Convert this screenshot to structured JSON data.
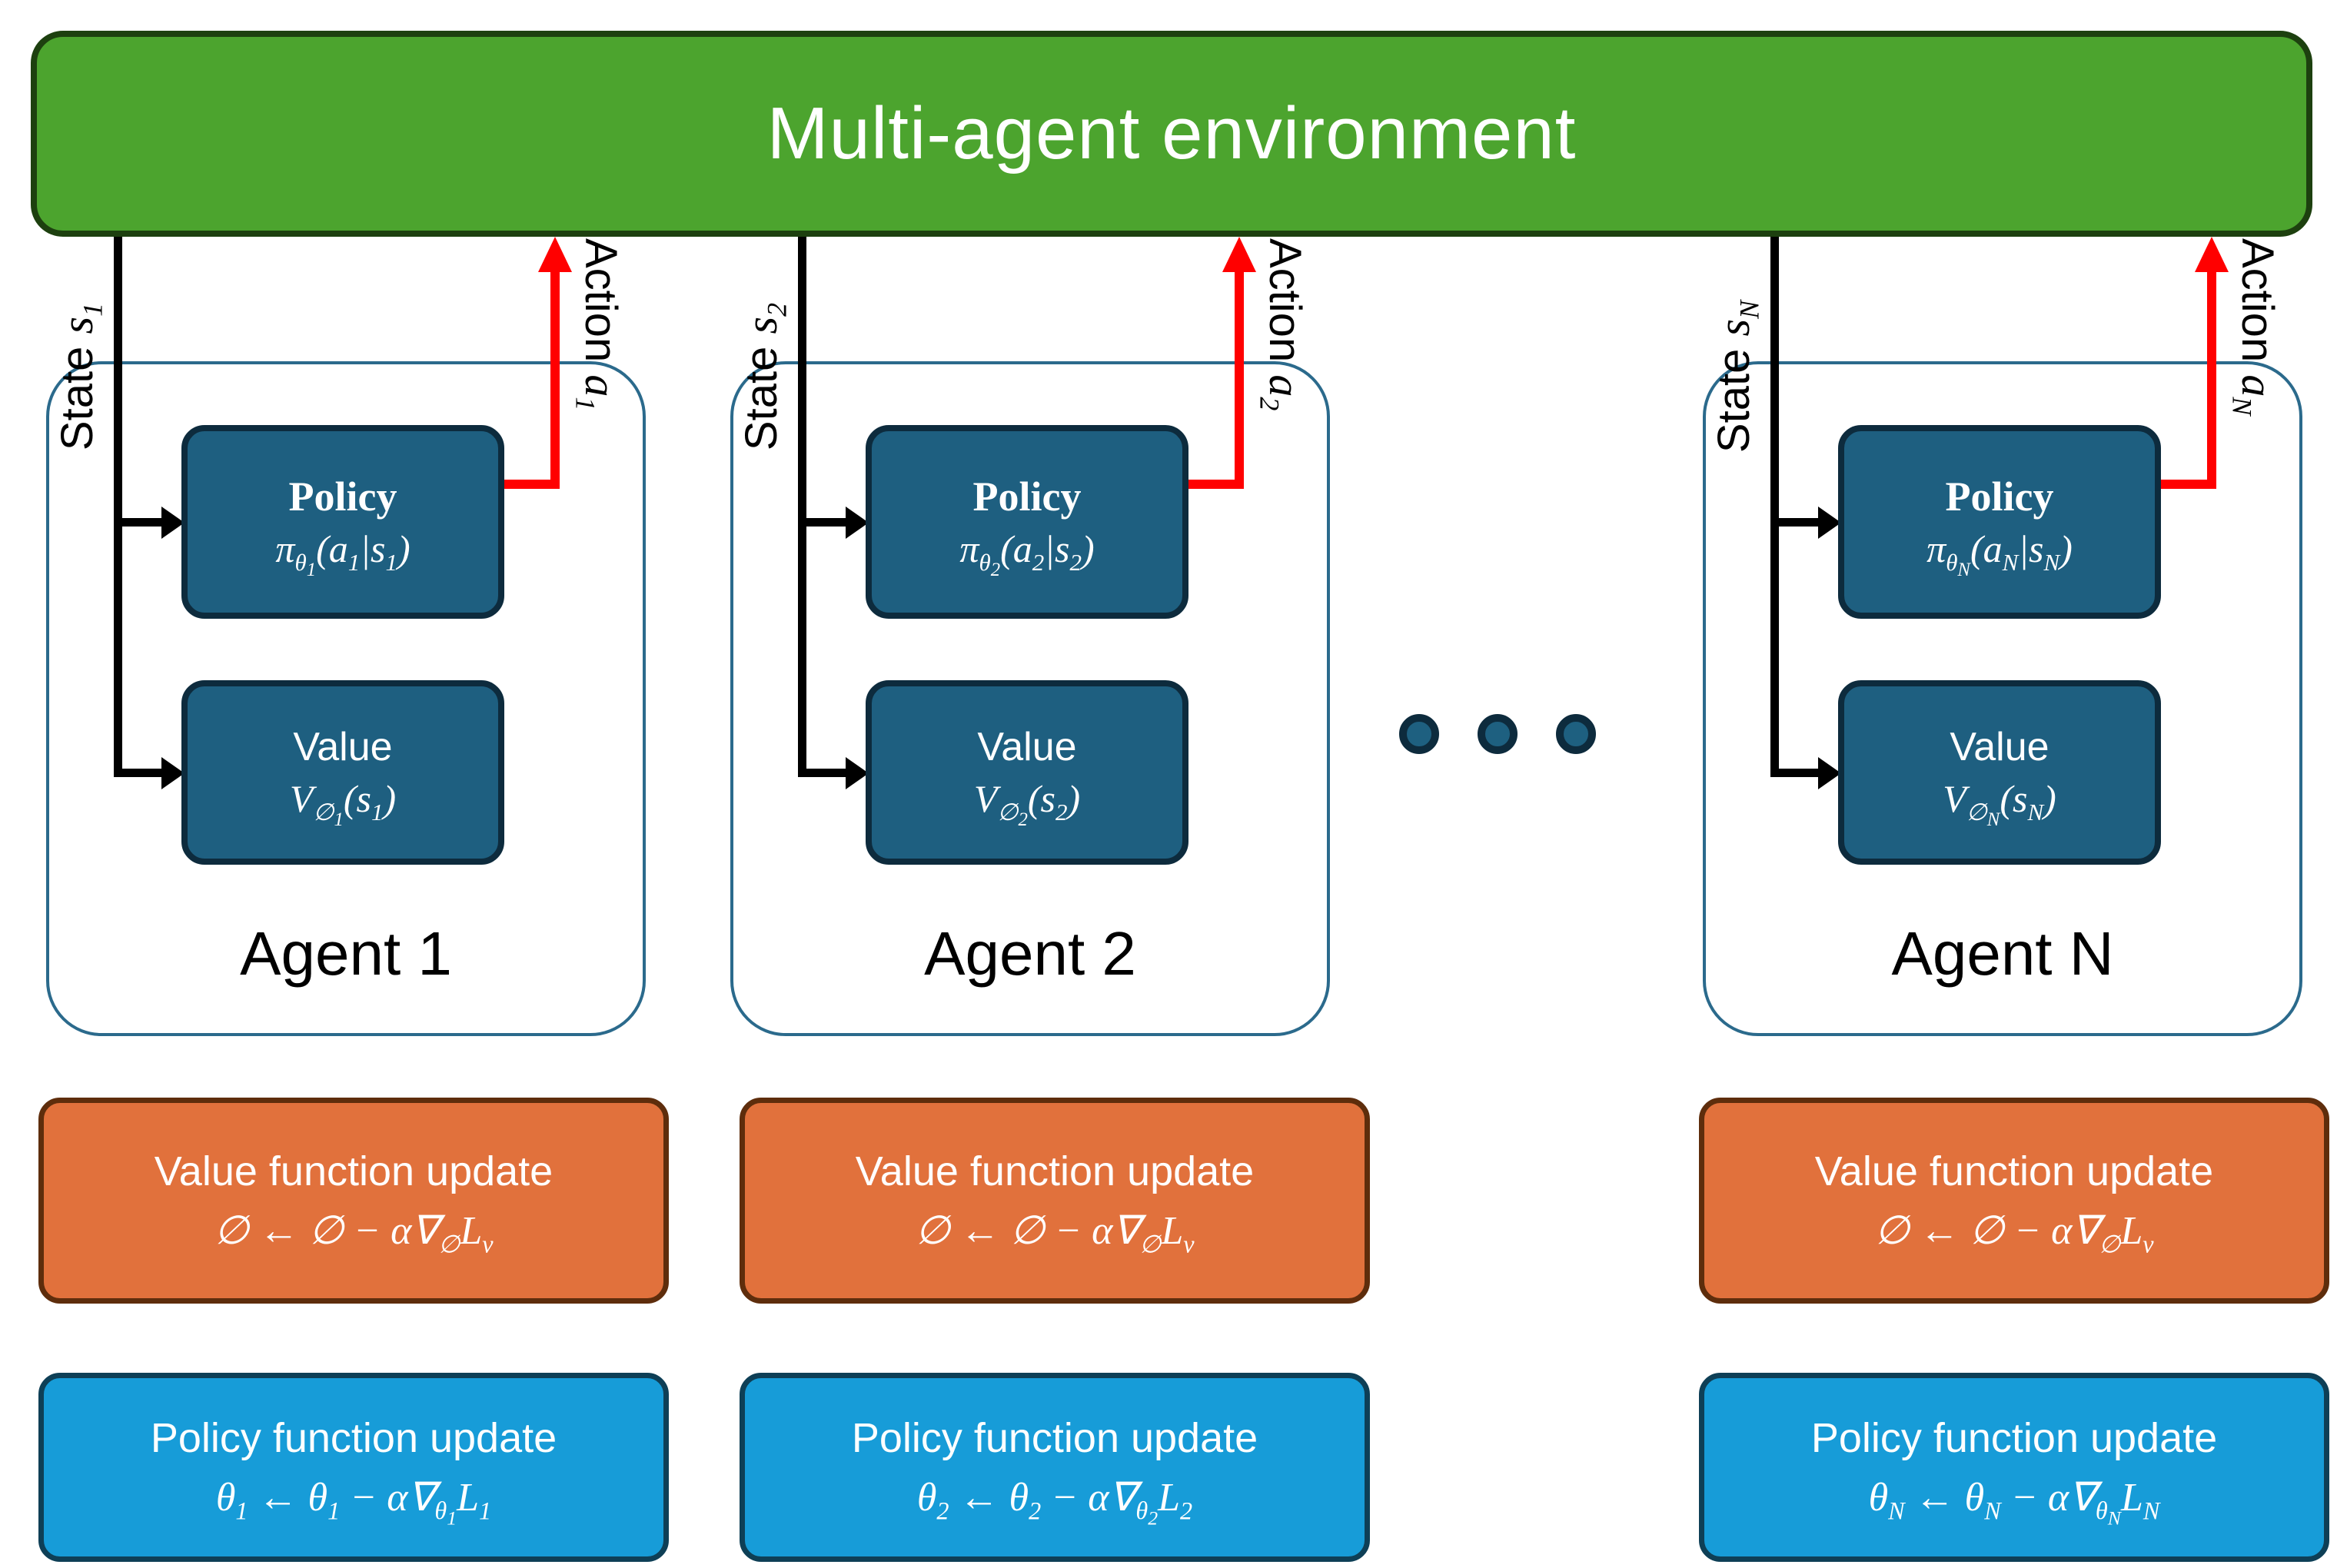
{
  "environment": {
    "title": "Multi-agent environment"
  },
  "colors": {
    "env_fill": "#4CA42E",
    "env_border": "#1d400f",
    "node_fill": "#1E5F80",
    "node_border": "#0D2B3D",
    "container_border": "#2B6A8C",
    "orange_fill": "#E1713C",
    "orange_border": "#5E2D0C",
    "blue_fill": "#179CD8",
    "blue_border": "#0E3F56",
    "arrow_red": "#FF0000",
    "line_black": "#000000",
    "text_white": "#FFFFFF"
  },
  "agents": [
    {
      "name": "Agent 1",
      "state_word": "State",
      "state_var": "s<sub>1</sub>",
      "action_word": "Action",
      "action_var": "a<sub>1</sub>",
      "policy_title": "Policy",
      "policy_formula": "π<sub>θ<sub>1</sub></sub>(a<sub>1</sub>|s<sub>1</sub>)",
      "value_title": "Value",
      "value_formula": "V<sub>∅<sub>1</sub></sub>(s<sub>1</sub>)",
      "value_update_title": "Value function update",
      "value_update_formula": "∅ ← ∅ − α∇<sub>∅</sub>L<sub>v</sub>",
      "policy_update_title": "Policy function update",
      "policy_update_formula": "θ<sub>1</sub> ← θ<sub>1</sub> − α∇<sub>θ<sub>1</sub></sub>L<sub>1</sub>"
    },
    {
      "name": "Agent 2",
      "state_word": "State",
      "state_var": "s<sub>2</sub>",
      "action_word": "Action",
      "action_var": "a<sub>2</sub>",
      "policy_title": "Policy",
      "policy_formula": "π<sub>θ<sub>2</sub></sub>(a<sub>2</sub>|s<sub>2</sub>)",
      "value_title": "Value",
      "value_formula": "V<sub>∅<sub>2</sub></sub>(s<sub>2</sub>)",
      "value_update_title": "Value function update",
      "value_update_formula": "∅ ← ∅ − α∇<sub>∅</sub>L<sub>v</sub>",
      "policy_update_title": "Policy function update",
      "policy_update_formula": "θ<sub>2</sub> ← θ<sub>2</sub> − α∇<sub>θ<sub>2</sub></sub>L<sub>2</sub>"
    },
    {
      "name": "Agent N",
      "state_word": "State",
      "state_var": "s<sub>N</sub>",
      "action_word": "Action",
      "action_var": "a<sub>N</sub>",
      "policy_title": "Policy",
      "policy_formula": "π<sub>θ<sub>N</sub></sub>(a<sub>N</sub>|s<sub>N</sub>)",
      "value_title": "Value",
      "value_formula": "V<sub>∅<sub>N</sub></sub>(s<sub>N</sub>)",
      "value_update_title": "Value function update",
      "value_update_formula": "∅ ← ∅ − α∇<sub>∅</sub>L<sub>v</sub>",
      "policy_update_title": "Policy function update",
      "policy_update_formula": "θ<sub>N</sub> ← θ<sub>N</sub> − α∇<sub>θ<sub>N</sub></sub>L<sub>N</sub>"
    }
  ],
  "ellipsis_dots": 3
}
